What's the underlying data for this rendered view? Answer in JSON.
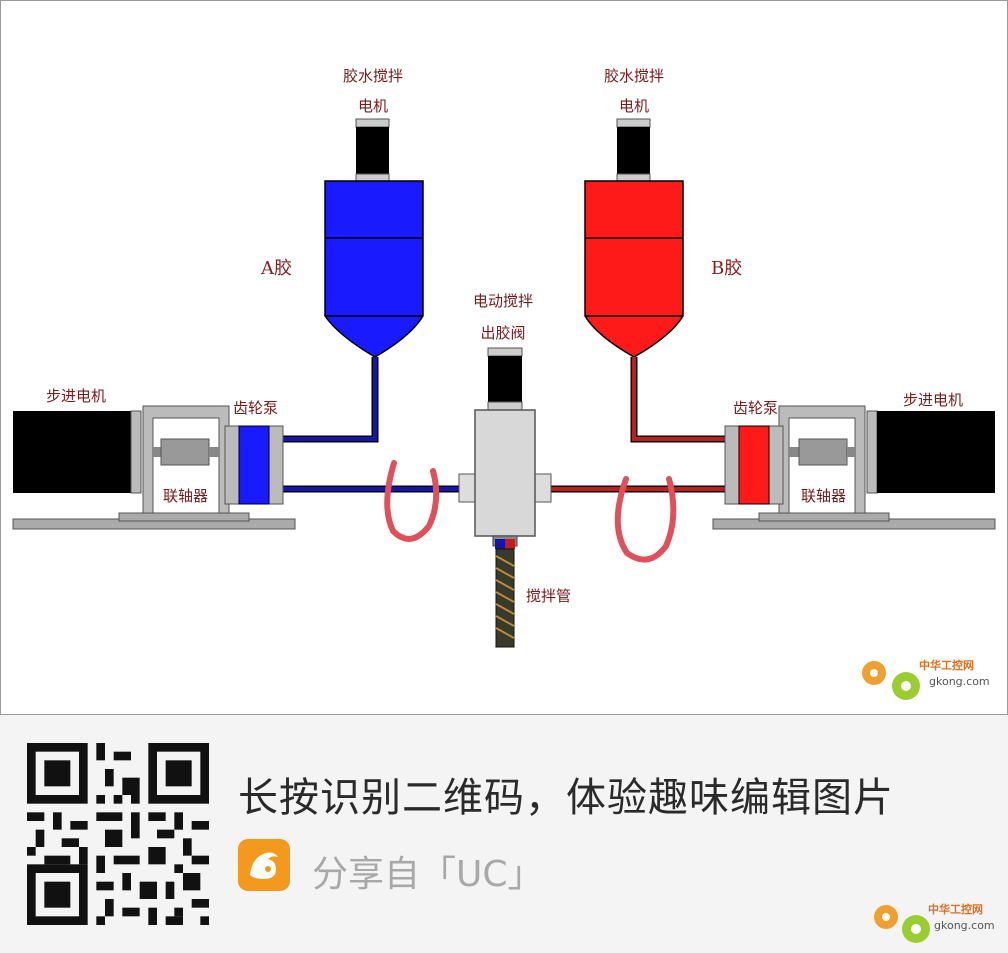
{
  "diagram": {
    "left_mixer_label_line1": "胶水搅拌",
    "left_mixer_label_line2": "电机",
    "right_mixer_label_line1": "胶水搅拌",
    "right_mixer_label_line2": "电机",
    "tank_a_label": "A胶",
    "tank_b_label": "B胶",
    "center_motor_label_line1": "电动搅拌",
    "center_motor_label_line2": "出胶阀",
    "left_stepper_label": "步进电机",
    "right_stepper_label": "步进电机",
    "left_pump_label": "齿轮泵",
    "right_pump_label": "齿轮泵",
    "left_coupling_label": "联轴器",
    "right_coupling_label": "联轴器",
    "mixing_tube_label": "搅拌管",
    "colors": {
      "tank_a": "#1a1aff",
      "tank_b": "#ff1a1a",
      "pipe_a": "#1414b4",
      "pipe_b": "#c41c1c",
      "annotation": "#e0505a"
    }
  },
  "watermark": {
    "brand": "中华工控网",
    "domain": "gkong.com"
  },
  "footer": {
    "share_title": "长按识别二维码，体验趣味编辑图片",
    "share_source": "分享自「UC」",
    "icons": {
      "qr": "qr-code-icon",
      "uc": "uc-browser-icon"
    }
  }
}
